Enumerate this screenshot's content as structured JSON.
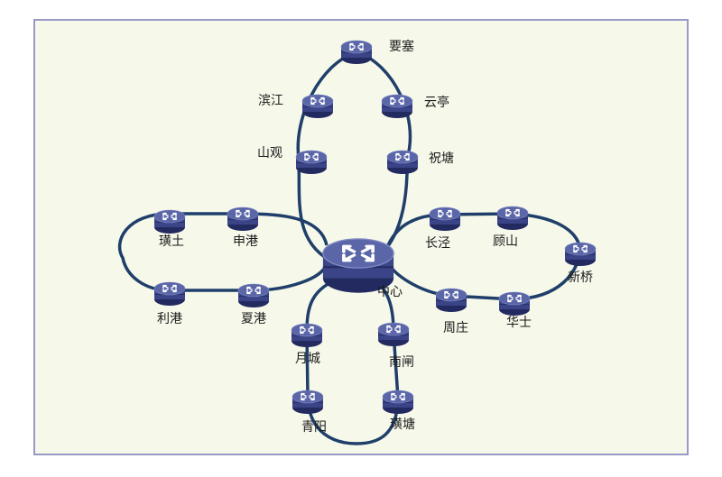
{
  "center": {
    "id": "zhongxin",
    "label": "中心"
  },
  "nodes": [
    {
      "id": "yaosai",
      "label": "要塞"
    },
    {
      "id": "binjiang",
      "label": "滨江"
    },
    {
      "id": "yunting",
      "label": "云亭"
    },
    {
      "id": "shanguan",
      "label": "山观"
    },
    {
      "id": "zhutang",
      "label": "祝塘"
    },
    {
      "id": "huangtu",
      "label": "璜土"
    },
    {
      "id": "shengang",
      "label": "申港"
    },
    {
      "id": "ligang",
      "label": "利港"
    },
    {
      "id": "xiagang",
      "label": "夏港"
    },
    {
      "id": "changjing",
      "label": "长泾"
    },
    {
      "id": "gushan",
      "label": "顾山"
    },
    {
      "id": "xinqiao",
      "label": "新桥"
    },
    {
      "id": "zhouzhuang",
      "label": "周庄"
    },
    {
      "id": "huashi",
      "label": "华士"
    },
    {
      "id": "yuecheng",
      "label": "月城"
    },
    {
      "id": "nanzha",
      "label": "南闸"
    },
    {
      "id": "qingyang",
      "label": "青阳"
    },
    {
      "id": "huangtang",
      "label": "璜塘"
    }
  ],
  "rings": [
    {
      "name": "north",
      "members": [
        "zhongxin",
        "shanguan",
        "binjiang",
        "yaosai",
        "yunting",
        "zhutang"
      ]
    },
    {
      "name": "west",
      "members": [
        "zhongxin",
        "shengang",
        "huangtu",
        "ligang",
        "xiagang"
      ]
    },
    {
      "name": "east",
      "members": [
        "zhongxin",
        "changjing",
        "gushan",
        "xinqiao",
        "huashi",
        "zhouzhuang"
      ]
    },
    {
      "name": "south",
      "members": [
        "zhongxin",
        "nanzha",
        "huangtang",
        "qingyang",
        "yuecheng"
      ]
    }
  ],
  "colors": {
    "link": "#1f3f6a",
    "router_top": "#5a66a8",
    "router_body": "#3a4486",
    "router_dark": "#232a60",
    "frame": "#9a98c6",
    "background": "#f6f8ea"
  },
  "icon": "router-icon"
}
